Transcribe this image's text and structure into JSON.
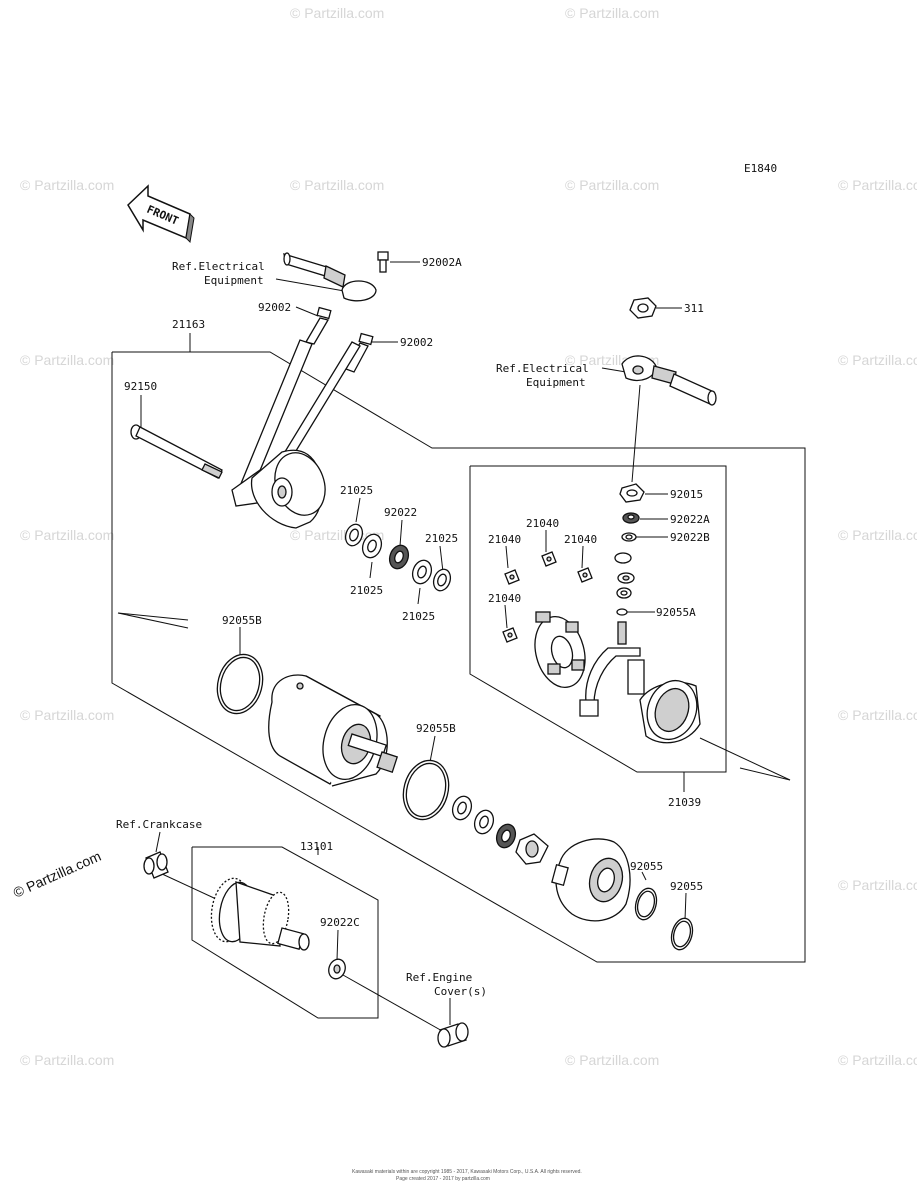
{
  "diagram_code": "E1840",
  "front_label": "FRONT",
  "labels": {
    "ref_elec_1_line1": "Ref.Electrical",
    "ref_elec_1_line2": "Equipment",
    "ref_elec_2_line1": "Ref.Electrical",
    "ref_elec_2_line2": "Equipment",
    "ref_crankcase": "Ref.Crankcase",
    "ref_engine_line1": "Ref.Engine",
    "ref_engine_line2": "Cover(s)",
    "p92002A": "92002A",
    "p92002_a": "92002",
    "p92002_b": "92002",
    "p21163": "21163",
    "p92150": "92150",
    "p311": "311",
    "p21025_a": "21025",
    "p92022": "92022",
    "p21025_b": "21025",
    "p21025_c": "21025",
    "p21025_d": "21025",
    "p92015": "92015",
    "p92022A": "92022A",
    "p92022B": "92022B",
    "p21040_a": "21040",
    "p21040_b": "21040",
    "p21040_c": "21040",
    "p21040_d": "21040",
    "p92055A": "92055A",
    "p92055B_a": "92055B",
    "p92055B_b": "92055B",
    "p21039": "21039",
    "p13101": "13101",
    "p92022C": "92022C",
    "p92055_a": "92055",
    "p92055_b": "92055"
  },
  "watermark": "© Partzilla.com",
  "footer_line1": "Kawasaki materials within are copyright 1985 - 2017, Kawasaki Motors Corp., U.S.A. All rights reserved.",
  "footer_line2": "Page created 2017 - 2017 by partzilla.com"
}
